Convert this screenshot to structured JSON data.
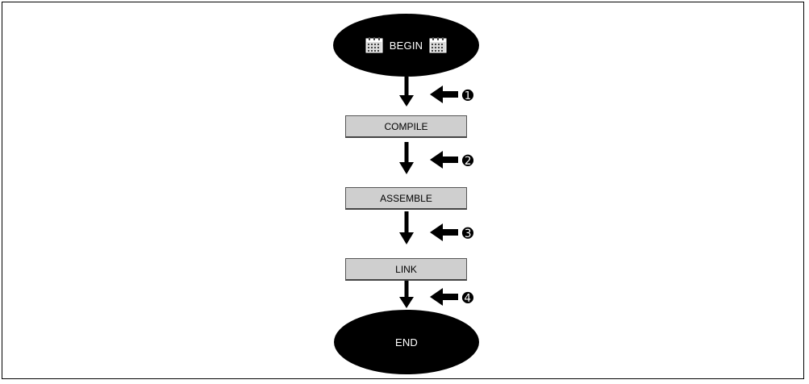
{
  "nodes": {
    "begin": "BEGIN",
    "compile": "COMPILE",
    "assemble": "ASSEMBLE",
    "link": "LINK",
    "end": "END"
  },
  "markers": [
    "➊",
    "➋",
    "➌",
    "➍"
  ],
  "colors": {
    "oval": "#000000",
    "box_fill": "#cfcfcf",
    "line": "#000000"
  }
}
